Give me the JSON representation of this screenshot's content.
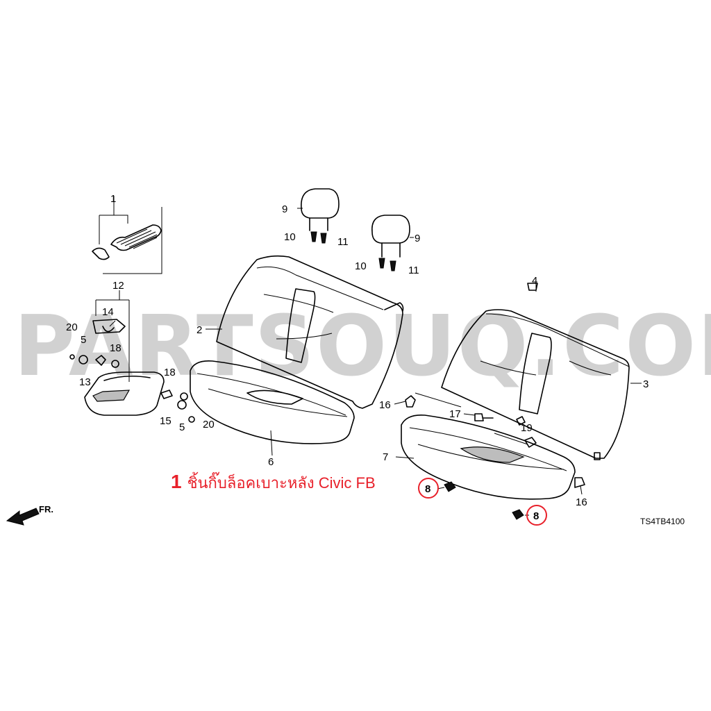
{
  "watermark": "PARTSOUQ.COM",
  "caption": {
    "number": "1",
    "text": "ชิ้นกิ๊บล็อคเบาะหลัง Civic FB"
  },
  "diagram_code": "TS4TB4100",
  "front_marker": "FR.",
  "callouts": {
    "c1": "1",
    "c12": "12",
    "c14": "14",
    "c20a": "20",
    "c5a": "5",
    "c18a": "18",
    "c13": "13",
    "c18b": "18",
    "c15": "15",
    "c5b": "5",
    "c20b": "20",
    "c9a": "9",
    "c10a": "10",
    "c11a": "11",
    "c2": "2",
    "c6": "6",
    "c9b": "9",
    "c10b": "10",
    "c11b": "11",
    "c4": "4",
    "c3": "3",
    "c16a": "16",
    "c17": "17",
    "c19": "19",
    "c7": "7",
    "c16b": "16",
    "c8a": "8",
    "c8b": "8"
  }
}
